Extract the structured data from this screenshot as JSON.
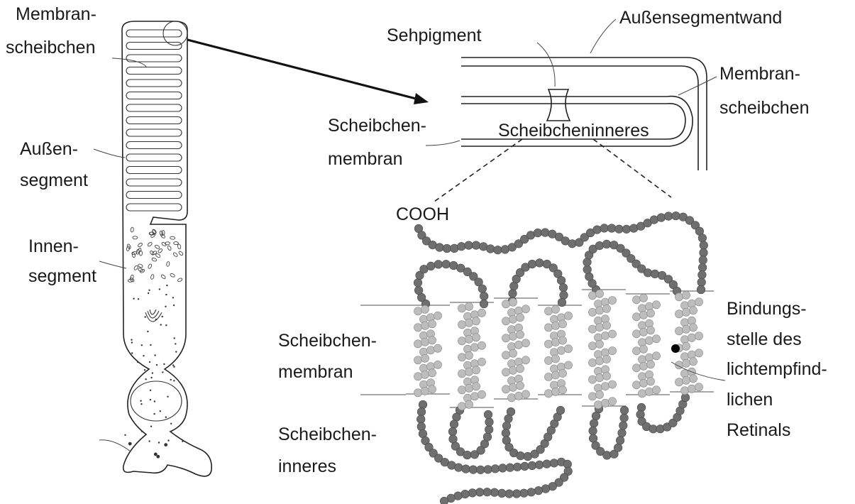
{
  "labels": {
    "rod_disc_membranes": [
      "Membran-",
      "scheibchen"
    ],
    "rod_outer_segment": [
      "Außen-",
      "segment"
    ],
    "rod_inner_segment": [
      "Innen-",
      "segment"
    ],
    "zoom_outer_wall": [
      "Außensegmentwand"
    ],
    "zoom_visual_pigment": [
      "Sehpigment"
    ],
    "zoom_disc_membranes": [
      "Membran-",
      "scheibchen"
    ],
    "zoom_disc_membrane": [
      "Scheibchen-",
      "membran"
    ],
    "zoom_disc_interior": [
      "Scheibcheninneres"
    ],
    "protein_cooh": [
      "COOH"
    ],
    "protein_disc_membrane": [
      "Scheibchen-",
      "membran"
    ],
    "protein_disc_interior": [
      "Scheibchen-",
      "inneres"
    ],
    "protein_retinal_site": [
      "Bindungs-",
      "stelle des",
      "lichtempfind-",
      "lichen",
      "Retinals"
    ]
  },
  "colors": {
    "bead_dark": "#6f6f6f",
    "bead_light": "#bdbdbd",
    "retinal": "#000000",
    "line": "#222222"
  }
}
